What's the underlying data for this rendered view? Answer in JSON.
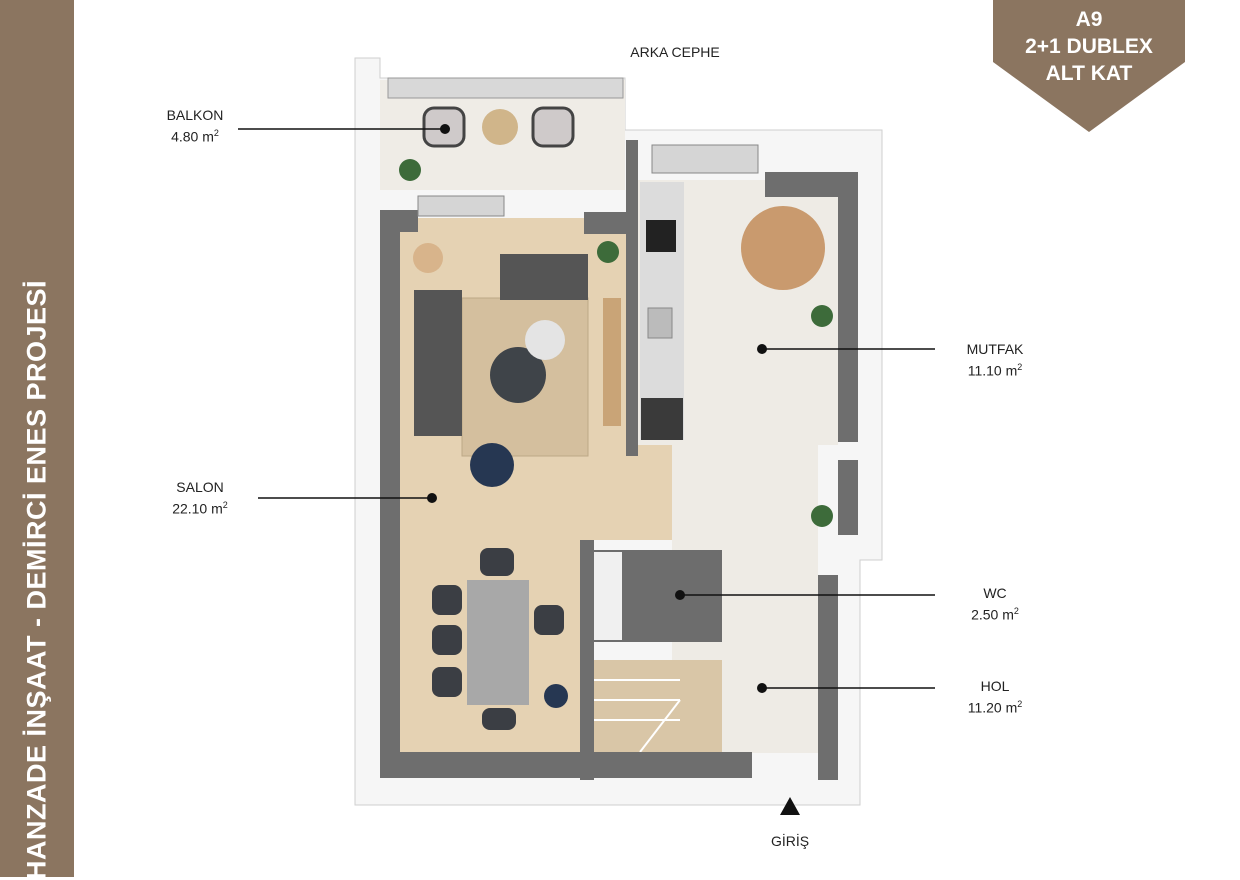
{
  "sidebar": {
    "text": "HANZADE İNŞAAT - DEMİRCİ ENES PROJESİ"
  },
  "badge": {
    "line1": "A9",
    "line2": "2+1 DUBLEX",
    "line3": "ALT KAT"
  },
  "facade_label": "ARKA CEPHE",
  "entrance_label": "GİRİŞ",
  "rooms": [
    {
      "name": "BALKON",
      "area": "4.80 m",
      "unit_sup": "2"
    },
    {
      "name": "SALON",
      "area": "22.10 m",
      "unit_sup": "2"
    },
    {
      "name": "MUTFAK",
      "area": "11.10 m",
      "unit_sup": "2"
    },
    {
      "name": "WC",
      "area": "2.50 m",
      "unit_sup": "2"
    },
    {
      "name": "HOL",
      "area": "11.20 m",
      "unit_sup": "2"
    }
  ],
  "colors": {
    "brand": "#8b7560",
    "wall": "#6e6e6e",
    "wood": "#e5d2b3",
    "tile": "#eeebe5"
  }
}
